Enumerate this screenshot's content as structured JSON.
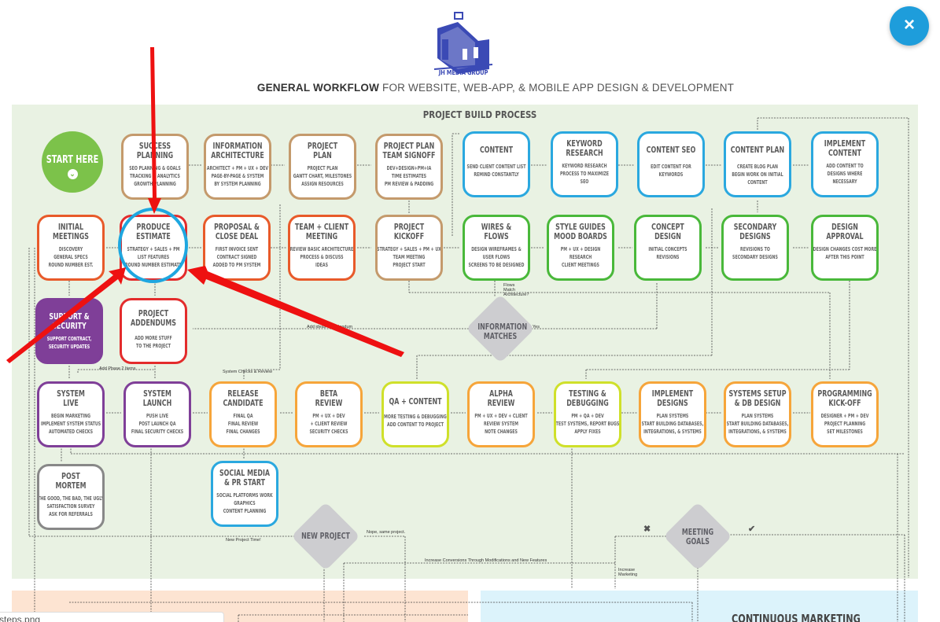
{
  "brand": {
    "name": "JH MEDIA GROUP"
  },
  "header": {
    "title_bold": "GENERAL WORKFLOW",
    "title_rest": " FOR WEBSITE, WEB-APP, & MOBILE APP DESIGN  & DEVELOPMENT"
  },
  "section": {
    "build_title": "PROJECT BUILD PROCESS",
    "marketing_title": "CONTINUOUS MARKETING"
  },
  "start": {
    "label": "START HERE",
    "icon": "chevron-down-circle-icon"
  },
  "nodes": {
    "success_planning": {
      "title": "SUCCESS\nPLANNING",
      "desc": "SEO PLANNING & GOALS\nTRACKING & ANALYTICS\nGROWTH PLANNING"
    },
    "info_arch": {
      "title": "INFORMATION\nARCHITECTURE",
      "desc": "ARCHITECT + PM + UX + DEV\nPAGE-BY-PAGE & SYSTEM\nBY SYSTEM PLANNING"
    },
    "project_plan": {
      "title": "PROJECT\nPLAN",
      "desc": "PROJECT PLAN\nGANTT CHART, MILESTONES\nASSIGN RESOURCES"
    },
    "team_signoff": {
      "title": "PROJECT PLAN\nTEAM SIGNOFF",
      "desc": "DEV+DESIGN+PM+IA\nTIME ESTIMATES\nPM REVIEW & PADDING"
    },
    "content": {
      "title": "CONTENT",
      "desc": "SEND CLIENT CONTENT LIST\nREMIND CONSTANTLY"
    },
    "keyword_research": {
      "title": "KEYWORD\nRESEARCH",
      "desc": "KEYWORD RESEARCH\nPROCESS TO MAXIMIZE\nSEO"
    },
    "content_seo": {
      "title": "CONTENT SEO",
      "desc": "EDIT CONTENT FOR\nKEYWORDS"
    },
    "content_plan": {
      "title": "CONTENT PLAN",
      "desc": "CREATE BLOG PLAN\nBEGIN WORK ON INITIAL\nCONTENT"
    },
    "implement_content": {
      "title": "IMPLEMENT\nCONTENT",
      "desc": "ADD CONTENT TO\nDESIGNS WHERE\nNECESSARY"
    },
    "initial_meetings": {
      "title": "INITIAL\nMEETINGS",
      "desc": "DISCOVERY\nGENERAL SPECS\nROUND NUMBER EST."
    },
    "produce_estimate": {
      "title": "PRODUCE\nESTIMATE",
      "desc": "STRATEGY + SALES + PM\nLIST FEATURES\nROUND NUMBER ESTIMATE"
    },
    "proposal": {
      "title": "PROPOSAL &\nCLOSE DEAL",
      "desc": "FIRST INVOICE SENT\nCONTRACT SIGNED\nADDED TO PM SYSTEM"
    },
    "team_client": {
      "title": "TEAM + CLIENT\nMEETING",
      "desc": "REVIEW BASIC ARCHITECTURE\nPROCESS & DISCUSS\nIDEAS"
    },
    "kickoff": {
      "title": "PROJECT\nKICKOFF",
      "desc": "STRATEGY + SALES + PM + UX\nTEAM MEETING\nPROJECT START"
    },
    "wires": {
      "title": "WIRES &\nFLOWS",
      "desc": "DESIGN WIREFRAMES &\nUSER FLOWS\nSCREENS TO BE DESIGNED"
    },
    "style_guides": {
      "title": "STYLE GUIDES\nMOOD BOARDS",
      "desc": "PM + UX + DESIGN\nRESEARCH\nCLIENT MEETINGS"
    },
    "concept_design": {
      "title": "CONCEPT\nDESIGN",
      "desc": "INITIAL CONCEPTS\nREVISIONS"
    },
    "secondary_designs": {
      "title": "SECONDARY\nDESIGNS",
      "desc": "REVISIONS TO\nSECONDARY DESIGNS"
    },
    "design_approval": {
      "title": "DESIGN\nAPPROVAL",
      "desc": "DESIGN CHANGES COST MORE\nAFTER THIS POINT"
    },
    "support_security": {
      "title": "SUPPORT &\nSECURITY",
      "desc": "SUPPORT CONTRACT,\nSECURITY UPDATES"
    },
    "addendums": {
      "title": "PROJECT\nADDENDUMS",
      "desc": "ADD MORE STUFF\nTO THE PROJECT"
    },
    "system_live": {
      "title": "SYSTEM\nLIVE",
      "desc": "BEGIN MARKETING\nIMPLEMENT SYSTEM STATUS\nAUTOMATED CHECKS"
    },
    "system_launch": {
      "title": "SYSTEM\nLAUNCH",
      "desc": "PUSH LIVE\nPOST LAUNCH QA\nFINAL SECURITY CHECKS"
    },
    "release_candidate": {
      "title": "RELEASE\nCANDIDATE",
      "desc": "FINAL QA\nFINAL REVIEW\nFINAL CHANGES"
    },
    "beta_review": {
      "title": "BETA\nREVIEW",
      "desc": "PM + UX + DEV\n+ CLIENT REVIEW\nSECURITY CHECKS"
    },
    "qa_content": {
      "title": "QA + CONTENT",
      "desc": "MORE TESTING & DEBUGGING\nADD CONTENT TO PROJECT"
    },
    "alpha_review": {
      "title": "ALPHA\nREVIEW",
      "desc": "PM + UX + DEV + CLIENT\nREVIEW SYSTEM\nNOTE CHANGES"
    },
    "testing": {
      "title": "TESTING &\nDEBUGGING",
      "desc": "PM + QA + DEV\nTEST SYSTEMS, REPORT BUGS\nAPPLY FIXES"
    },
    "implement_designs": {
      "title": "IMPLEMENT\nDESIGNS",
      "desc": "PLAN SYSTEMS\nSTART BUILDING DATABASES,\nINTEGRATIONS, & SYSTEMS"
    },
    "systems_setup": {
      "title": "SYSTEMS SETUP\n& DB DESIGN",
      "desc": "PLAN SYSTEMS\nSTART BUILDING DATABASES,\nINTEGRATIONS, & SYSTEMS"
    },
    "programming_kickoff": {
      "title": "PROGRAMMING\nKICK-OFF",
      "desc": "DESIGNER + PM + DEV\nPROJECT PLANNING\nSET MILESTONES"
    },
    "post_mortem": {
      "title": "POST\nMORTEM",
      "desc": "THE GOOD, THE BAD, THE UGLY\nSATISFACTION SURVEY\nASK FOR REFERRALS"
    },
    "social_media": {
      "title": "SOCIAL MEDIA\n& PR START",
      "desc": "SOCIAL PLATFORMS WORK\nGRAPHICS\nCONTENT PLANNING"
    }
  },
  "decisions": {
    "information_matches": "INFORMATION\nMATCHES",
    "new_project": "NEW PROJECT",
    "meeting_goals": "MEETING\nGOALS"
  },
  "edge_labels": {
    "flows_match": "Flows\nMatch\nArchitecture?",
    "yes": "Yes",
    "add_ideas": "Add ideas to addendum",
    "add_phase2": "Add Phase 2 Items",
    "system_checks": "System Checks & Review",
    "new_project_time": "New Project Time!",
    "nope_same": "Nope, same project.",
    "increase_conversions": "Increase Conversions Through Modifications and New Features",
    "increase_marketing": "Increase\nMarketing",
    "no_mark": "✖",
    "yes_mark": "✔"
  },
  "controls": {
    "close_icon": "×"
  },
  "footer": {
    "filename": "steps.png"
  },
  "colors": {
    "accent": "#1e9ddb",
    "start_green": "#7cc24a",
    "panel_green": "#e9f2e3",
    "panel_orange": "#fde4d2",
    "panel_blue": "#dcf3fb",
    "annotation_red": "#ee1111",
    "annotation_blue": "#1ea7e0"
  }
}
